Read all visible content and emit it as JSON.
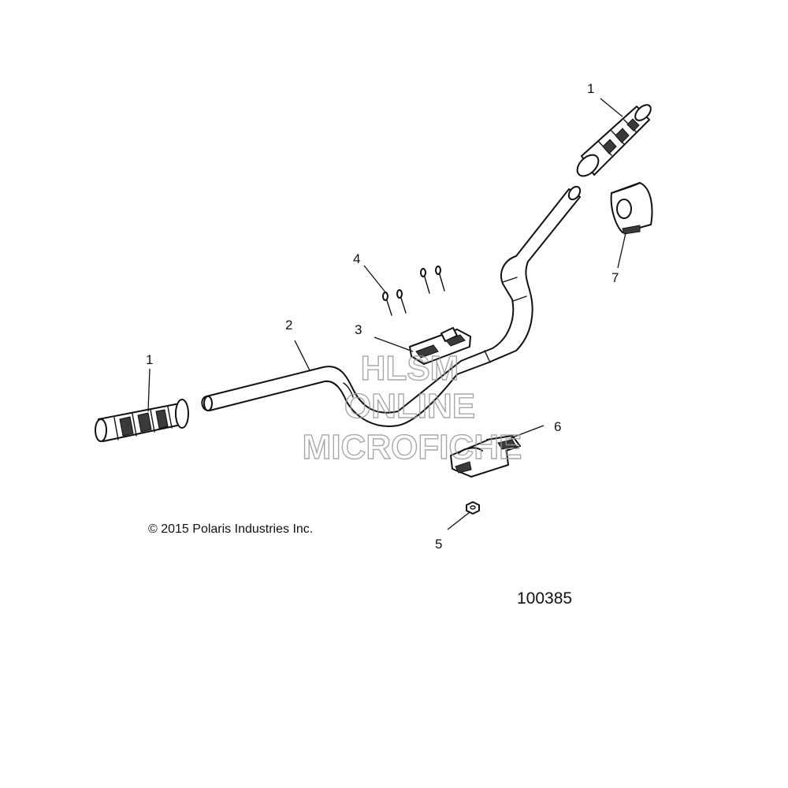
{
  "callouts": {
    "c1_right": "1",
    "c1_left": "1",
    "c2": "2",
    "c3": "3",
    "c4": "4",
    "c5": "5",
    "c6": "6",
    "c7": "7"
  },
  "watermark": {
    "line1": "HLSM",
    "line2": "ONLINE",
    "line3": "MICROFICHE"
  },
  "copyright": "© 2015 Polaris Industries Inc.",
  "figure_number": "100385"
}
